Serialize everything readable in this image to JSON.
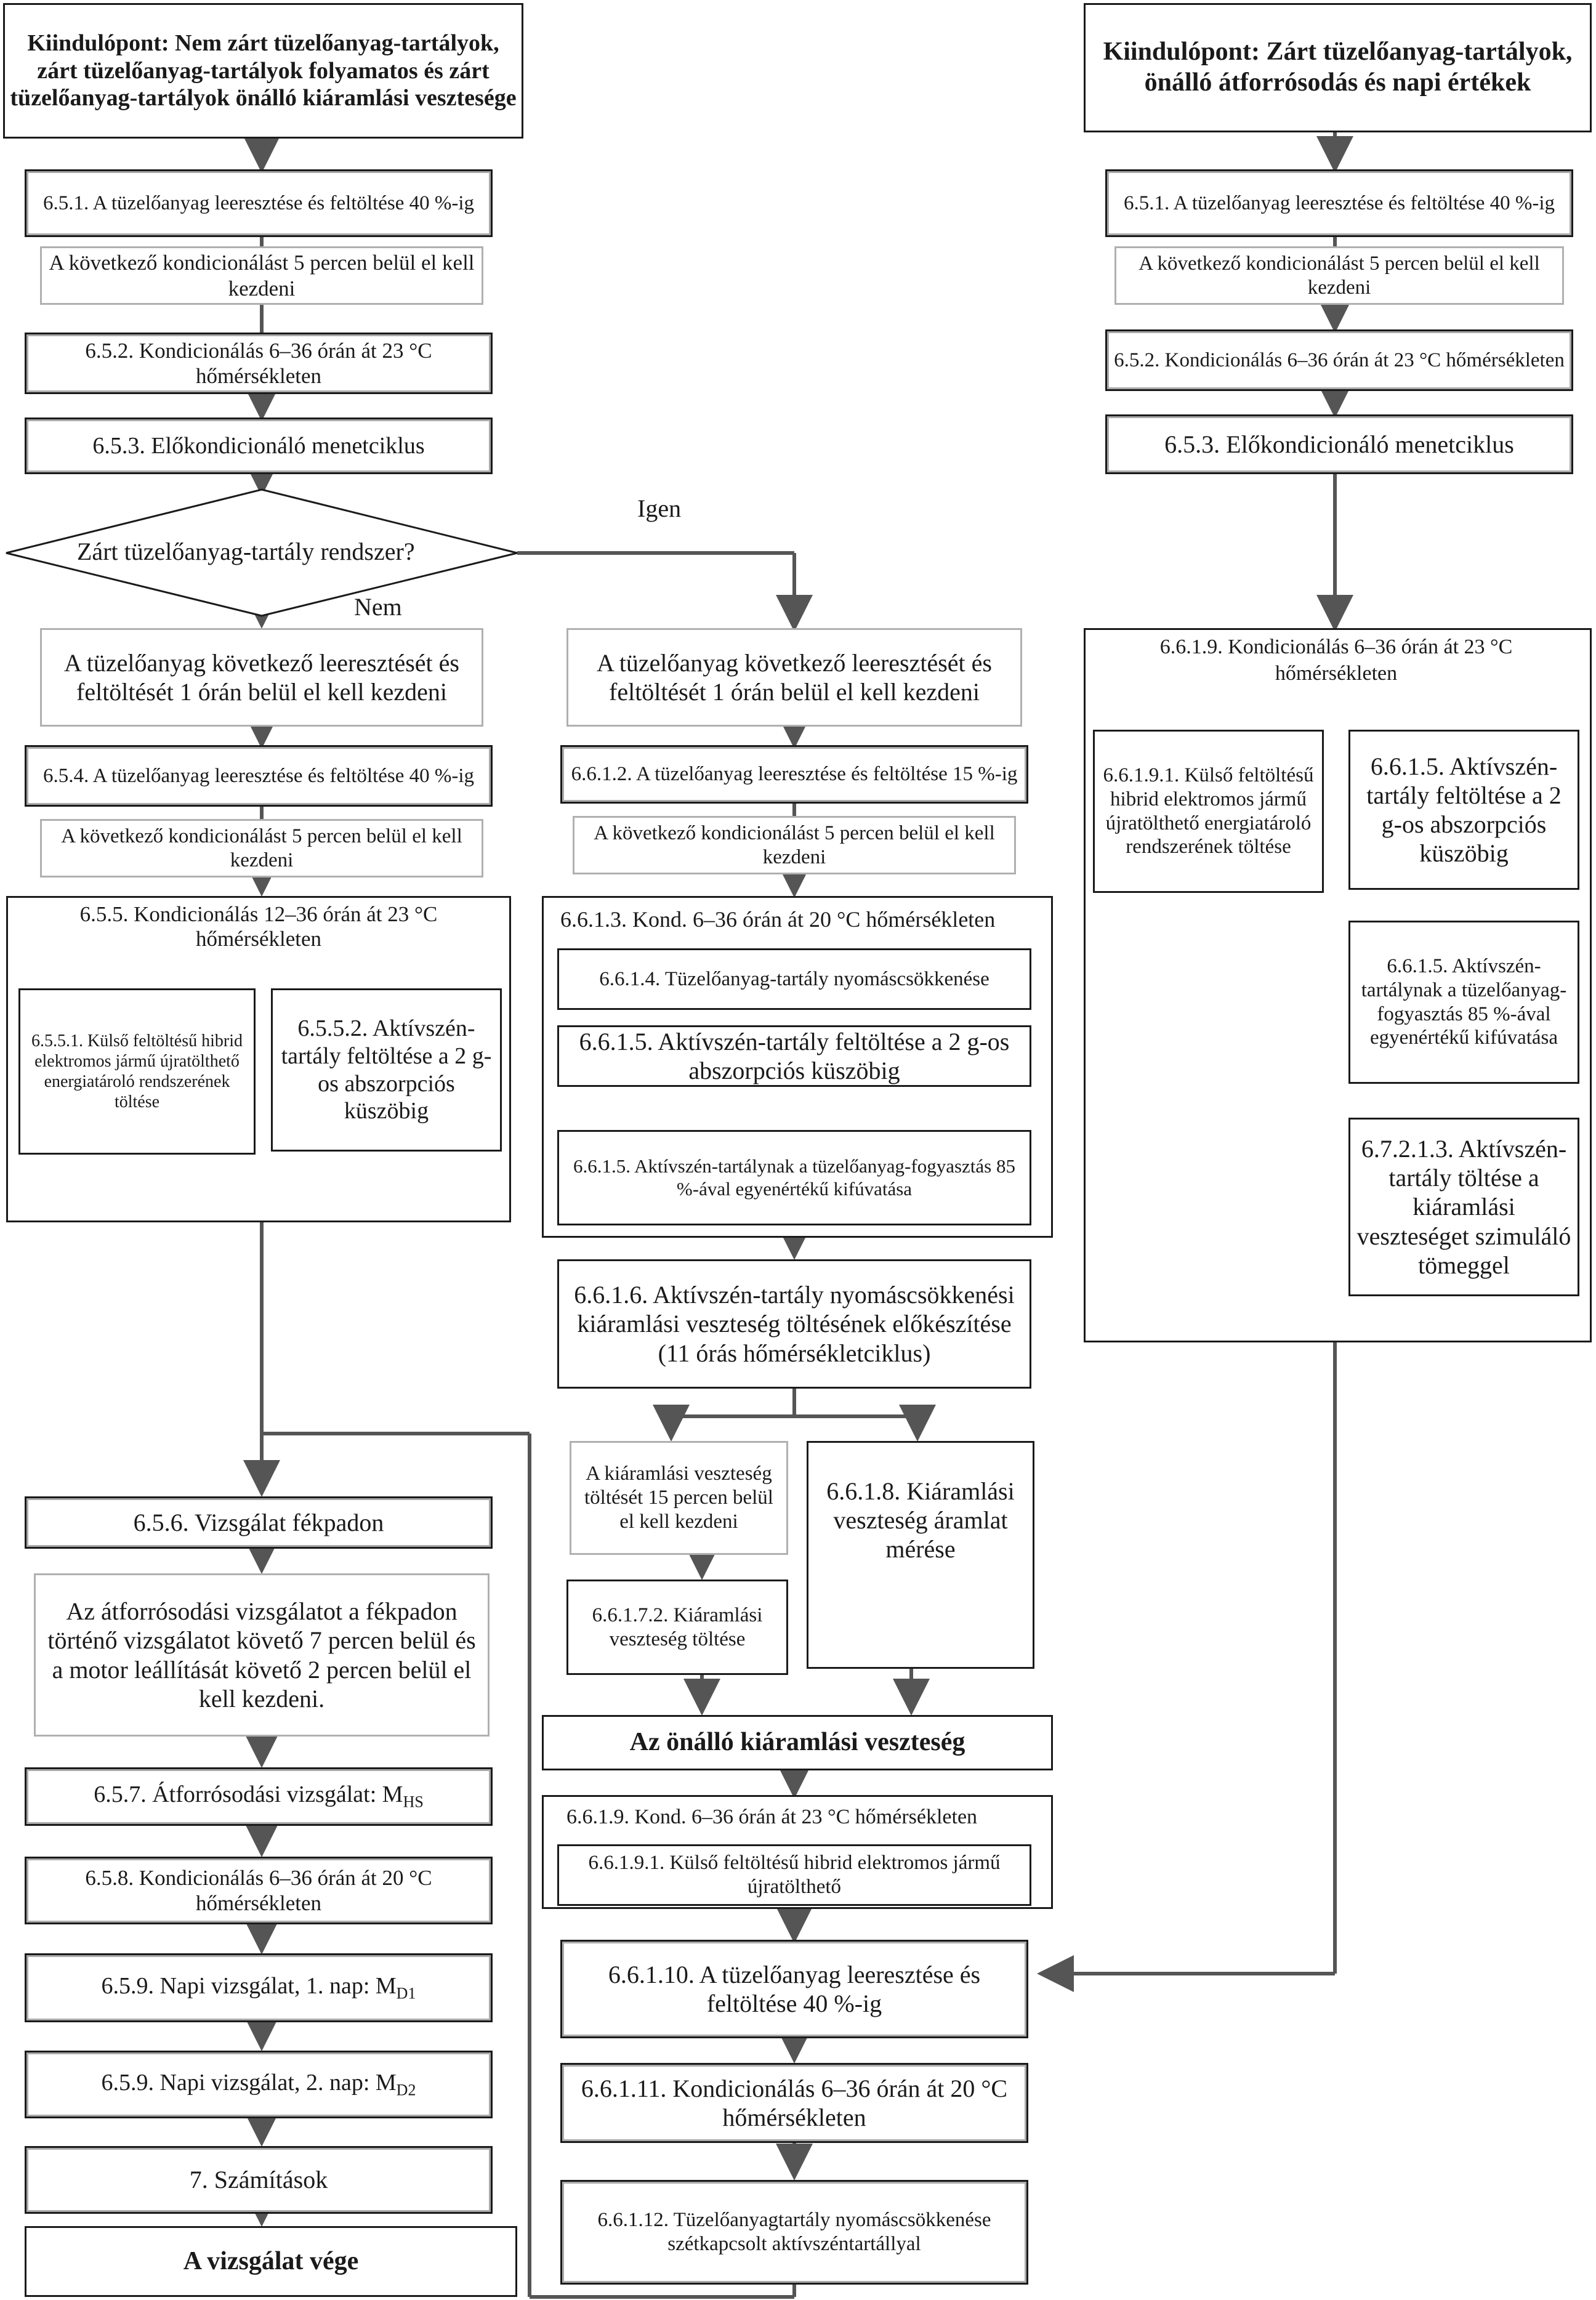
{
  "start_left": "Kiindulópont: Nem zárt tüzelőanyag-tartályok, zárt tüzelőanyag-tartályok folyamatos és zárt tüzelőanyag-tartályok önálló kiáramlási vesztesége",
  "start_right": "Kiindulópont: Zárt tüzelőanyag-tartályok, önálló átforrósodás és napi értékek",
  "left": {
    "s651": "6.5.1. A tüzelőanyag leeresztése és feltöltése 40 %-ig",
    "start5": "A következő kondicionálást 5 percen belül el kell kezdeni",
    "s652": "6.5.2. Kondicionálás 6–36 órán át 23 °C hőmérsékleten",
    "s653": "6.5.3. Előkondicionáló menetciklus",
    "decision": "Zárt tüzelőanyag-tartály rendszer?",
    "yes": "Igen",
    "no": "Nem",
    "start1h": "A tüzelőanyag következő leeresztését és feltöltését 1 órán belül el kell kezdeni",
    "s654": "6.5.4. A tüzelőanyag leeresztése és feltöltése 40 %-ig",
    "start5b": "A következő kondicionálást 5 percen belül el kell kezdeni",
    "s655": "6.5.5. Kondicionálás 12–36 órán át 23 °C hőmérsékleten",
    "s6551": "6.5.5.1. Külső feltöltésű hibrid elektromos jármű újratölthető energiatároló rendszerének töltése",
    "s6552": "6.5.5.2. Aktívszén-tartály feltöltése a 2 g-os abszorpciós küszöbig",
    "s656": "6.5.6. Vizsgálat fékpadon",
    "note": "Az átforrósodási vizsgálatot a fékpadon történő vizsgálatot követő 7 percen belül és a motor leállítását követő 2 percen belül el kell kezdeni.",
    "s657": "6.5.7. Átforrósodási vizsgálat: M",
    "s657_sub": "HS",
    "s658": "6.5.8. Kondicionálás 6–36 órán át 20 °C hőmérsékleten",
    "s659a": "6.5.9. Napi vizsgálat, 1. nap: M",
    "s659a_sub": "D1",
    "s659b": "6.5.9. Napi vizsgálat, 2. nap: M",
    "s659b_sub": "D2",
    "s7": "7. Számítások",
    "end": "A vizsgálat vége"
  },
  "middle": {
    "start1h": "A tüzelőanyag következő leeresztését és feltöltését 1 órán belül el kell kezdeni",
    "s6612": "6.6.1.2. A tüzelőanyag leeresztése és feltöltése 15 %-ig",
    "start5": "A következő kondicionálást 5 percen belül el kell kezdeni",
    "s6613": "6.6.1.3. Kond. 6–36 órán át 20 °C hőmérsékleten",
    "s6614": "6.6.1.4. Tüzelőanyag-tartály nyomáscsökkenése",
    "s6615": "6.6.1.5. Aktívszén-tartály feltöltése a 2 g-os abszorpciós küszöbig",
    "s6615b": "6.6.1.5. Aktívszén-tartálynak a tüzelőanyag-fogyasztás 85 %-ával egyenértékű kifúvatása",
    "s6616": "6.6.1.6. Aktívszén-tartály nyomáscsökkenési kiáramlási veszteség töltésének előkészítése (11 órás hőmérsékletciklus)",
    "start15": "A kiáramlási veszteség töltését 15 percen belül el kell kezdeni",
    "s6618": "6.6.1.8. Kiáramlási veszteség áramlat mérése",
    "s66172": "6.6.1.7.2. Kiáramlási veszteség töltése",
    "standalone": "Az önálló kiáramlási veszteség",
    "s6619": "6.6.1.9. Kond. 6–36 órán át 23 °C hőmérsékleten",
    "s66191": "6.6.1.9.1. Külső feltöltésű hibrid elektromos jármű újratölthető",
    "s66110": "6.6.1.10. A tüzelőanyag leeresztése és feltöltése 40 %-ig",
    "s66111": "6.6.1.11. Kondicionálás 6–36 órán át 20 °C hőmérsékleten",
    "s66112": "6.6.1.12. Tüzelőanyagtartály nyomáscsökkenése szétkapcsolt aktívszéntartállyal"
  },
  "right": {
    "s651": "6.5.1. A tüzelőanyag leeresztése és feltöltése 40 %-ig",
    "start5": "A következő kondicionálást 5 percen belül el kell kezdeni",
    "s652": "6.5.2. Kondicionálás 6–36 órán át 23 °C hőmérsékleten",
    "s653": "6.5.3. Előkondicionáló menetciklus",
    "s6619": "6.6.1.9. Kondicionálás 6–36 órán át 23 °C hőmérsékleten",
    "s66191": "6.6.1.9.1. Külső feltöltésű hibrid elektromos jármű újratölthető energiatároló rendszerének töltése",
    "s6615": "6.6.1.5. Aktívszén-tartály feltöltése a 2 g-os abszorpciós küszöbig",
    "s6615b": "6.6.1.5. Aktívszén-tartálynak a tüzelőanyag-fogyasztás 85 %-ával egyenértékű kifúvatása",
    "s67213": "6.7.2.1.3. Aktívszén-tartály töltése a kiáramlási veszteséget szimuláló tömeggel"
  }
}
